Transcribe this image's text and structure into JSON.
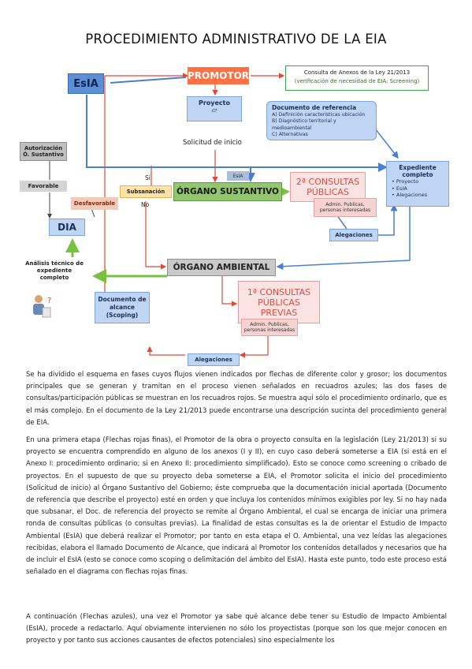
{
  "title": "PROCEDIMIENTO ADMINISTRATIVO DE LA EIA",
  "diagram": {
    "promotor": "PROMOTOR",
    "esia": "EsIA",
    "consulta_anexos_line1": "Consulta de Anexos de la Ley 21/2013",
    "consulta_anexos_line2": "(verificación de necesidad de EIA: Screening)",
    "proyecto": "Proyecto",
    "documento_referencia_title": "Documento de referencia",
    "documento_referencia_items": [
      "A) Definición características ubicación",
      "B) Diagnóstico territorial y medioambiental",
      "C) Alternativas"
    ],
    "solicitud_inicio": "Solicitud de inicio",
    "autorizacion": "Autorización Ó. Sustantivo",
    "favorable": "Favorable",
    "desfavorable": "Desfavorable",
    "dia": "DIA",
    "si": "Sí",
    "no": "No",
    "subsanacion": "Subsanación",
    "organo_sustantivo": "ÓRGANO SUSTANTIVO",
    "eias_tag": "EsIA",
    "segundas_consultas": "2ª CONSULTAS PÚBLICAS",
    "admin_publicas_2": "Admin. Publicas, personas interesadas",
    "expediente_title": "Expediente completo",
    "expediente_items": [
      "Proyecto",
      "EsIA",
      "Alegaciones"
    ],
    "alegaciones_right": "Alegaciones",
    "organo_ambiental": "ÓRGANO AMBIENTAL",
    "analisis_tecnico": "Análisis técnico de expediente completo",
    "documento_alcance": "Documento de alcance (Scoping)",
    "primeras_consultas": "1ª CONSULTAS PÚBLICAS PREVIAS",
    "admin_publicas_1": "Admin. Publicas, personas interesadas",
    "alegaciones_bottom": "Alegaciones",
    "colors": {
      "red_line": "#e0483a",
      "blue_line": "#4a7fd0",
      "green_line": "#7ac143",
      "promotor_fill": "#ff7044"
    }
  },
  "body": {
    "paragraphs": [
      "Se ha dividido el esquema en fases cuyos flujos vienen indicados por flechas de diferente color y grosor; los documentos principales que se generan y tramitan en el proceso vienen señalados en recuadros azules; las dos fases de consultas/participación públicas se muestran en los recuadros rojos. Se muestra aquí sólo el procedimiento ordinario, que es el más complejo. En el documento de la Ley 21/2013 puede encontrarse una descripción sucinta del procedimiento general de EIA.",
      "En una primera etapa (Flechas rojas finas), el Promotor de la obra o proyecto consulta en la legislación (Ley 21/2013) si su proyecto se encuentra comprendido en alguno de los anexos (I y II), en cuyo caso deberá someterse a EIA (si está en el Anexo I: procedimiento ordinario; si en Anexo II: procedimiento simplificado). Esto se conoce como screening o cribado de proyectos. En el supuesto de que su proyecto deba someterse a EIA, el Promotor solicita el inicio del procedimiento (Solicitud de inicio) al Órgano Sustantivo del Gobierno; éste comprueba que la documentación inicial aportada (Documento de referencia que describe el proyecto) esté en orden y que incluya los contenidos mínimos exigibles por ley. Si no hay nada que subsanar, el Doc. de referencia del proyecto se remite al Órgano Ambiental, el cual se encarga de iniciar una primera ronda de consultas públicas (o consultas previas). La finalidad de estas consultas es la de orientar el Estudio de Impacto Ambiental (EsIA) que deberá realizar el Promotor; por tanto en esta etapa el O. Ambiental, una vez leídas las alegaciones recibidas, elabora el llamado Documento de Alcance, que indicará al Promotor los contenidos detallados y necesarios que ha de incluir el EsIA (esto se conoce como scoping o delimitación del ámbito del EsIA). Hasta este punto, todo este proceso está señalado en el diagrama con flechas rojas finas.",
      "A continuación (Flechas azules), una vez el Promotor ya sabe qué alcance debe tener su Estudio de Impacto Ambiental (EsIA), procede a redactarlo. Aquí obviamente intervienen no sólo los proyectistas (porque son los que mejor conocen en proyecto y por tanto sus acciones causantes de efectos potenciales) sino especialmente los"
    ]
  }
}
